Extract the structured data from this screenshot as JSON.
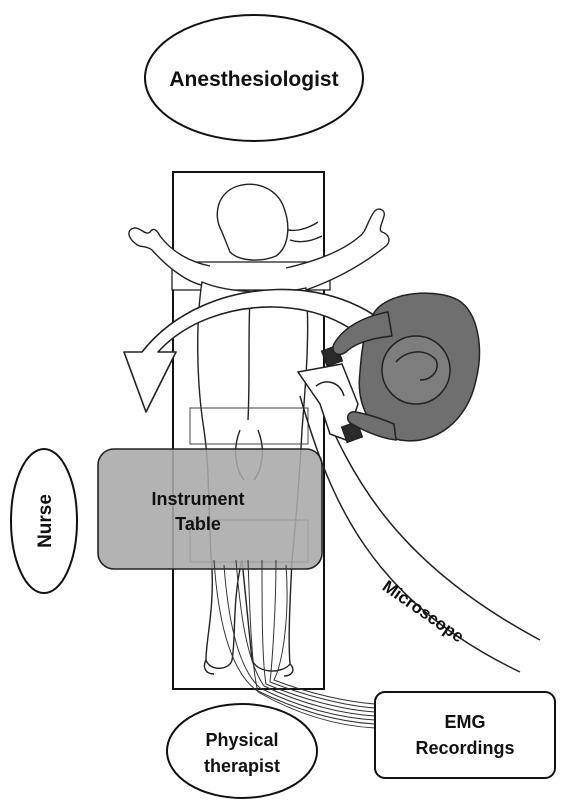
{
  "labels": {
    "anesthesiologist": "Anesthesiologist",
    "nurse": "Nurse",
    "instrument_table_line1": "Instrument",
    "instrument_table_line2": "Table",
    "microscope": "Microscope",
    "emg_line1": "EMG",
    "emg_line2": "Recordings",
    "physical_therapist_line1": "Physical",
    "physical_therapist_line2": "therapist"
  },
  "colors": {
    "background": "#ffffff",
    "outline": "#111111",
    "instrument_table_fill": "#a9a9a9",
    "surgeon_fill": "#6f6f6f",
    "surgeon_dark": "#2a2a2a"
  },
  "icons": {
    "patient": "patient-lying-prone-figure",
    "surgeon": "surgeon-top-view-figure",
    "arrow": "curved-rotation-arrow"
  }
}
